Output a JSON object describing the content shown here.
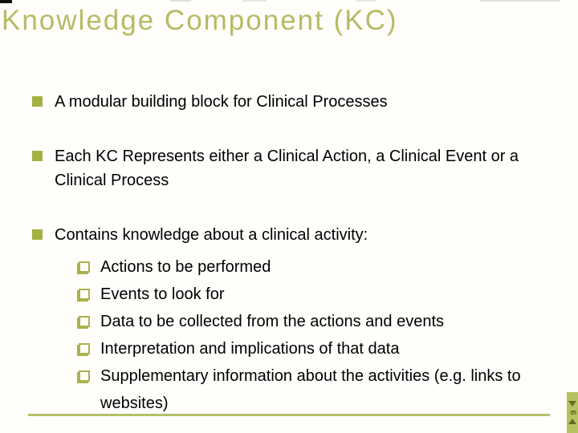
{
  "slide": {
    "title": "Knowledge Component (KC)",
    "bullets": [
      {
        "text": "A modular building block for Clinical Processes"
      },
      {
        "text": "Each KC Represents either a Clinical Action, a Clinical Event or a Clinical Process"
      },
      {
        "text": "Contains knowledge about a clinical activity:",
        "sub": [
          "Actions to be performed",
          "Events to look for",
          "Data to be collected from the actions and events",
          "Interpretation and implications of that data",
          "Supplementary information about the activities (e.g. links to websites)"
        ]
      }
    ],
    "nav": {
      "page_number": "6",
      "prev_icon": "triangle-down",
      "next_icon": "triangle-up"
    },
    "colors": {
      "title": "#b4bc63",
      "bullet_square": "#a3b144",
      "checkbox": "#a9b34c",
      "rule": "#b5c066",
      "nav_strip_bg": "#b7c161",
      "nav_glyph": "#5f6e1d",
      "body_text": "#000000"
    }
  }
}
